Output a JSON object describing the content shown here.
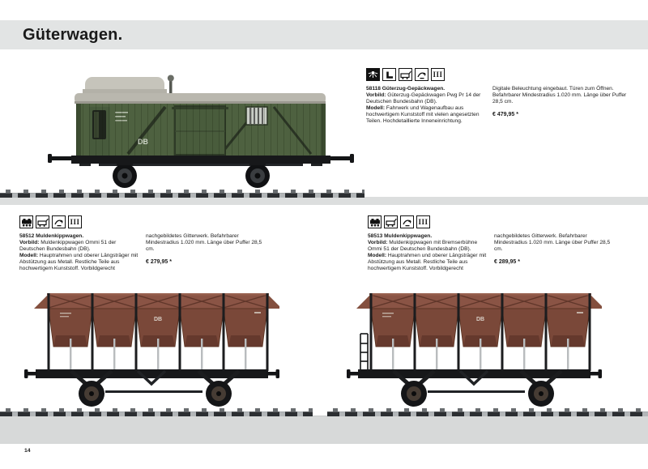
{
  "page": {
    "title": "Güterwagen.",
    "page_number": "14"
  },
  "colors": {
    "header_bg": "#e2e4e4",
    "roadbed_gray": "#d7d9d9",
    "wagon_green": "#4e6140",
    "wagon_roof_gray": "#b9b7ae",
    "wagon_brown": "#7a4839",
    "chassis_black": "#17181a"
  },
  "products": [
    {
      "id": "58118",
      "title": "58118 Güterzug-Gepäckwagen.",
      "icons": [
        "digital-light-icon",
        "seat-icon",
        "open-wagon-icon",
        "coupling-icon",
        "epoch-III-icon"
      ],
      "epoch_label": "III",
      "vorbild_label": "Vorbild:",
      "vorbild_text": "Güterzug-Gepäckwagen Pwg Pr 14 der Deutschen Bundesbahn (DB).",
      "modell_label": "Modell:",
      "modell_text": "Fahrwerk und Wagenaufbau aus hochwertigem Kunststoff mit vielen angesetzten Teilen. Hochdetaillierte Inneneinrichtung.",
      "details": "Digitale Beleuchtung eingebaut. Türen zum Öffnen. Befahrbarer Mindestradius 1.020 mm. Länge über Puffer 28,5 cm.",
      "price": "€ 479,95 *",
      "wagon_marking": "DB"
    },
    {
      "id": "58512",
      "title": "58512 Muldenkippwagen.",
      "icons": [
        "freight-wagon-icon",
        "open-wagon-icon",
        "coupling-icon",
        "epoch-III-icon"
      ],
      "epoch_label": "III",
      "vorbild_label": "Vorbild:",
      "vorbild_text": "Muldenkippwagen Ommi 51 der Deutschen Bundesbahn (DB).",
      "modell_label": "Modell:",
      "modell_text": "Hauptrahmen und oberer Längsträger mit Abstützung aus Metall. Restliche Teile aus hochwertigem Kunststoff. Vorbildgerecht",
      "details": "nachgebildetes Gitterwerk. Befahrbarer Mindestradius 1.020 mm. Länge über Puffer 28,5 cm.",
      "price": "€ 279,95 *",
      "wagon_marking": "DB"
    },
    {
      "id": "58513",
      "title": "58513 Muldenkippwagen.",
      "icons": [
        "freight-wagon-icon",
        "open-wagon-icon",
        "coupling-icon",
        "epoch-III-icon"
      ],
      "epoch_label": "III",
      "vorbild_label": "Vorbild:",
      "vorbild_text": "Muldenkippwagen mit Bremserbühne Ommi 51 der Deutschen Bundesbahn (DB).",
      "modell_label": "Modell:",
      "modell_text": "Hauptrahmen und oberer Längsträger mit Abstützung aus Metall. Restliche Teile aus hochwertigem Kunststoff. Vorbildgerecht",
      "details": "nachgebildetes Gitterwerk. Befahrbarer Mindestradius 1.020 mm. Länge über Puffer 28,5 cm.",
      "price": "€ 289,95 *",
      "wagon_marking": "DB"
    }
  ]
}
